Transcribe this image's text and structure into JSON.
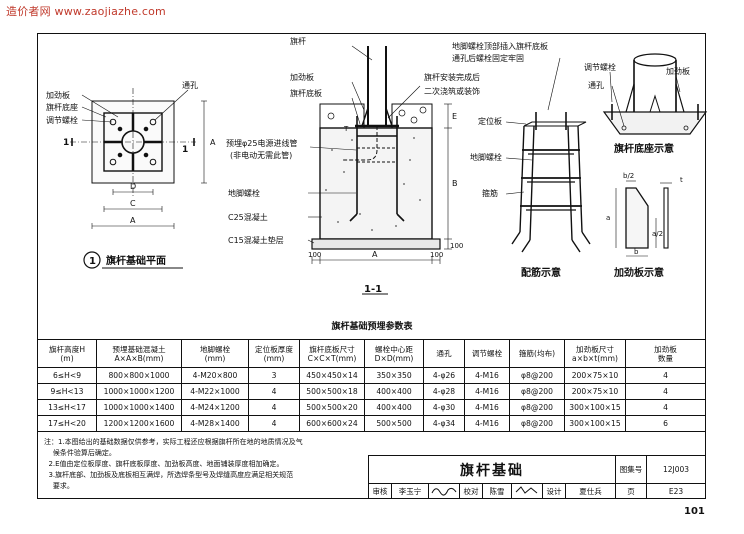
{
  "watermark": "造价者网 www.zaojiazhe.com",
  "plan": {
    "callouts": [
      "加劲板",
      "旗杆底座",
      "调节螺栓",
      "通孔"
    ],
    "dims": [
      "D",
      "C",
      "A"
    ],
    "section_mark": "1",
    "title_num": "1",
    "title": "旗杆基础平面",
    "side_dim": "A"
  },
  "section": {
    "top_labels": [
      "旗杆",
      "加劲板",
      "旗杆底板"
    ],
    "right_note1": "旗杆安装完成后",
    "right_note2": "二次浇筑或装饰",
    "left_labels": [
      "预埋φ25电源进线管",
      "(非电动无需此管)",
      "地脚螺栓",
      "C25混凝土",
      "C15混凝土垫层"
    ],
    "dims_vertical": [
      "E",
      "B",
      "100"
    ],
    "t_mark": "T",
    "dims_bottom": [
      "100",
      "A",
      "100"
    ],
    "title": "1-1"
  },
  "rebar": {
    "note1": "地脚螺栓顶部插入旗杆底板",
    "note2": "通孔后螺栓固定牢固",
    "labels": [
      "定位板",
      "地脚螺栓",
      "箍筋"
    ],
    "title": "配筋示意"
  },
  "base": {
    "labels": [
      "调节螺栓",
      "加劲板",
      "通孔"
    ],
    "title": "旗杆底座示意"
  },
  "stiffener": {
    "dims": [
      "b/2",
      "a",
      "a/2",
      "b",
      "t"
    ],
    "title": "加劲板示意"
  },
  "table": {
    "title": "旗杆基础预埋参数表",
    "headers": [
      "旗杆高度H\n(m)",
      "预埋基础混凝土\nA×A×B(mm)",
      "地脚螺栓\n(mm)",
      "定位板厚度\n(mm)",
      "旗杆底板尺寸\nC×C×T(mm)",
      "螺栓中心距\nD×D(mm)",
      "通孔",
      "调节螺栓",
      "箍筋(均布)",
      "加劲板尺寸\na×b×t(mm)",
      "加劲板\n数量"
    ],
    "rows": [
      [
        "6≤H<9",
        "800×800×1000",
        "4-M20×800",
        "3",
        "450×450×14",
        "350×350",
        "4-φ26",
        "4-M16",
        "φ8@200",
        "200×75×10",
        "4"
      ],
      [
        "9≤H<13",
        "1000×1000×1200",
        "4-M22×1000",
        "4",
        "500×500×18",
        "400×400",
        "4-φ28",
        "4-M16",
        "φ8@200",
        "200×75×10",
        "4"
      ],
      [
        "13≤H<17",
        "1000×1000×1400",
        "4-M24×1200",
        "4",
        "500×500×20",
        "400×400",
        "4-φ30",
        "4-M16",
        "φ8@200",
        "300×100×15",
        "4"
      ],
      [
        "17≤H<20",
        "1200×1200×1600",
        "4-M28×1400",
        "4",
        "600×600×24",
        "500×500",
        "4-φ34",
        "4-M16",
        "φ8@200",
        "300×100×15",
        "6"
      ]
    ]
  },
  "notes": [
    "注：1.本图给出的基础数据仅供参考，实际工程还应根据旗杆所在地的地质情况及气",
    "    候条件验算后确定。",
    "  2.E值由定位板厚度、旗杆底板厚度、加劲板高度、地面铺装厚度相加确定。",
    "  3.旗杆底部、加劲板及底板相互满焊，所选焊条型号及焊缝高度应满足相关规范",
    "    要求。"
  ],
  "title_block": {
    "drawing_title": "旗杆基础",
    "atlas_label": "图集号",
    "atlas_no": "12J003",
    "review_label": "审核",
    "reviewer": "李玉宁",
    "check_label": "校对",
    "checker": "陈雪",
    "design_label": "设计",
    "designer": "夏仕兵",
    "page_label": "页",
    "page_code": "E23"
  },
  "page_number": "101"
}
